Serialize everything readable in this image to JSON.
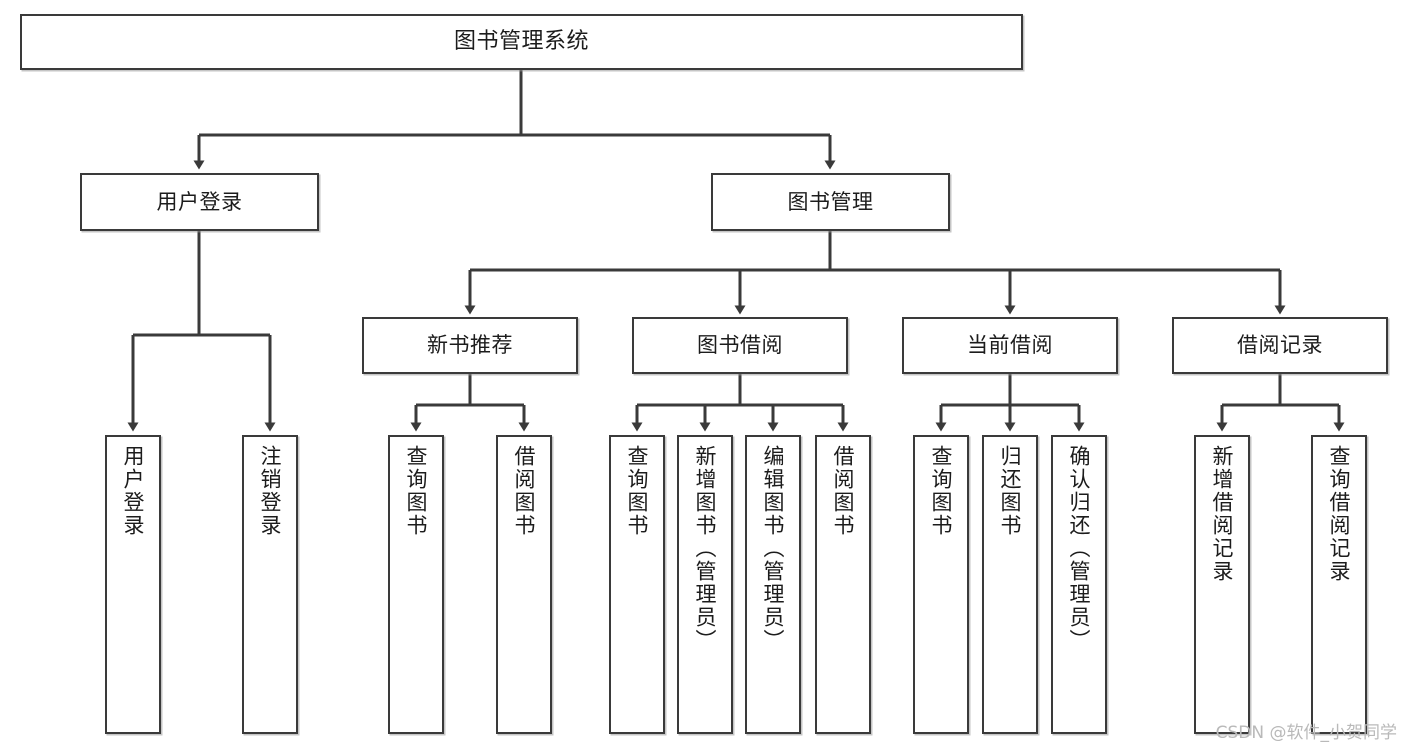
{
  "diagram": {
    "type": "tree",
    "title": "图书管理系统",
    "watermark": "CSDN @软件_小贺同学",
    "colors": {
      "background": "#ffffff",
      "box_border": "#3a3a3a",
      "box_fill": "#ffffff",
      "connector": "#3a3a3a",
      "text": "#1c1c1c",
      "watermark": "#b9b9b9"
    },
    "nodes": {
      "root": {
        "label": "图书管理系统"
      },
      "level1": [
        {
          "label": "用户登录"
        },
        {
          "label": "图书管理"
        }
      ],
      "level2": [
        {
          "label": "新书推荐"
        },
        {
          "label": "图书借阅"
        },
        {
          "label": "当前借阅"
        },
        {
          "label": "借阅记录"
        }
      ],
      "user_login_leaves": [
        {
          "label": "用户登录"
        },
        {
          "label": "注销登录"
        }
      ],
      "new_book_leaves": [
        {
          "label": "查询图书"
        },
        {
          "label": "借阅图书"
        }
      ],
      "borrow_leaves": [
        {
          "label": "查询图书"
        },
        {
          "label": "新增图书（管理员）"
        },
        {
          "label": "编辑图书（管理员）"
        },
        {
          "label": "借阅图书"
        }
      ],
      "current_borrow_leaves": [
        {
          "label": "查询图书"
        },
        {
          "label": "归还图书"
        },
        {
          "label": "确认归还（管理员）"
        }
      ],
      "record_leaves": [
        {
          "label": "新增借阅记录"
        },
        {
          "label": "查询借阅记录"
        }
      ]
    }
  }
}
